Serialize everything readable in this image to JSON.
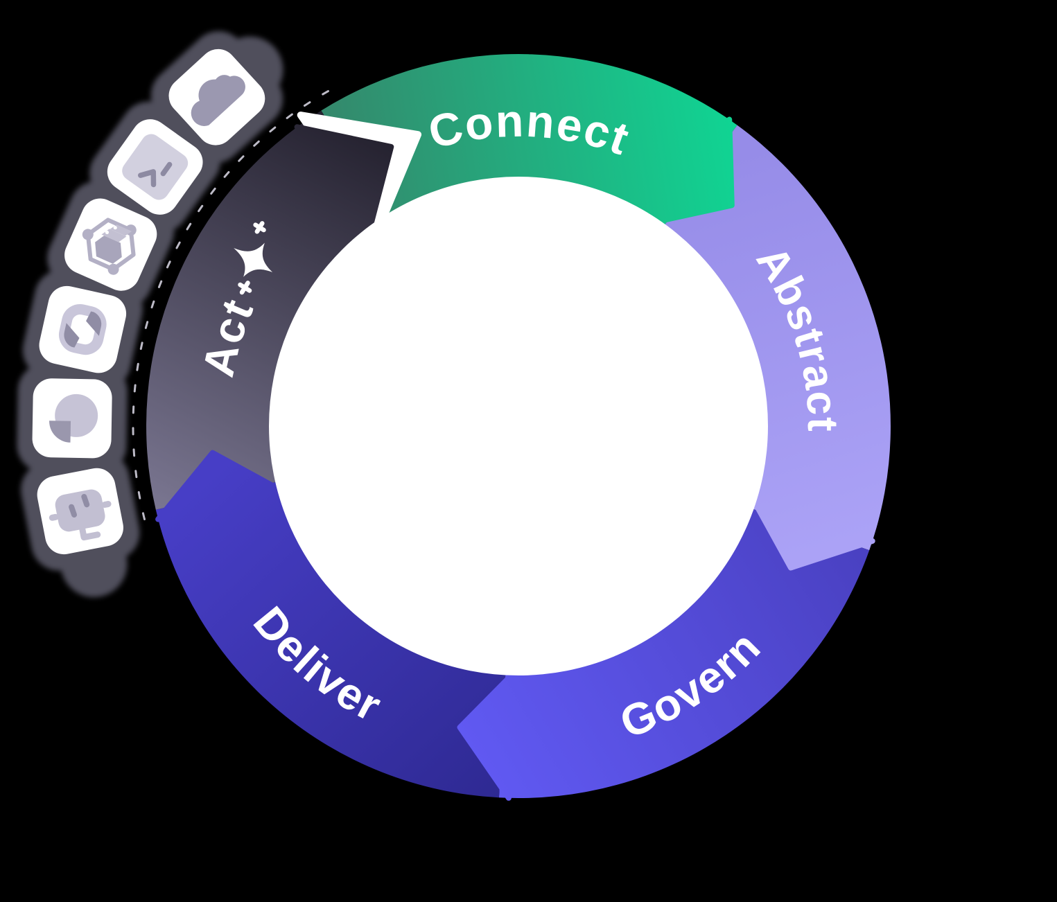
{
  "diagram": {
    "title": "Integration lifecycle ring",
    "background_color": "#000000",
    "center_color": "#FFFFFF",
    "flow_direction": "clockwise",
    "ring": {
      "segments": [
        {
          "id": "connect",
          "label": "Connect",
          "color_start": "#35876B",
          "color_end": "#10D493"
        },
        {
          "id": "abstract",
          "label": "Abstract",
          "color_start": "#968CE8",
          "color_end": "#ABA2F6"
        },
        {
          "id": "govern",
          "label": "Govern",
          "color_start": "#6059F2",
          "color_end": "#4A41C2"
        },
        {
          "id": "deliver",
          "label": "Deliver",
          "color_start": "#473EC6",
          "color_end": "#2E2992"
        },
        {
          "id": "act",
          "label": "Act",
          "color_start": "#7B7792",
          "color_end": "#262331",
          "badge_icon": "sparkle-icon"
        }
      ]
    },
    "connector_chain": {
      "glow_color": "#9290A8",
      "tile_color": "#FFFFFF",
      "glyph_color_light": "#C6C3D6",
      "glyph_color_dark": "#908DA5",
      "icons": [
        {
          "name": "cloud-icon"
        },
        {
          "name": "terminal-icon"
        },
        {
          "name": "circuit-hexagon-icon"
        },
        {
          "name": "swirl-logo-icon"
        },
        {
          "name": "pie-chart-icon"
        },
        {
          "name": "robot-icon"
        }
      ]
    }
  }
}
